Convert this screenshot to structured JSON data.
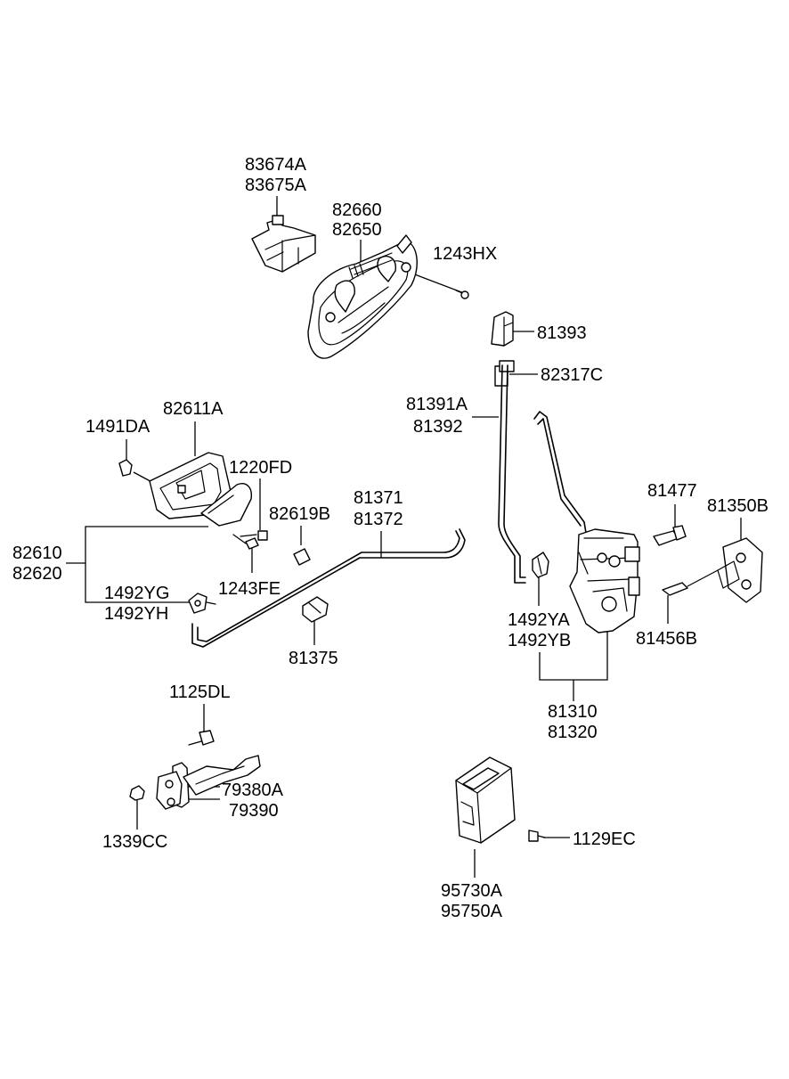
{
  "labels": {
    "l83674A": "83674A",
    "l83675A": "83675A",
    "l82660": "82660",
    "l82650": "82650",
    "l1243HX": "1243HX",
    "l81393": "81393",
    "l82317C": "82317C",
    "l81391A": "81391A",
    "l81392": "81392",
    "l82611A": "82611A",
    "l1491DA": "1491DA",
    "l1220FD": "1220FD",
    "l82619B": "82619B",
    "l81371": "81371",
    "l81372": "81372",
    "l82610": "82610",
    "l82620": "82620",
    "l1243FE": "1243FE",
    "l1492YG": "1492YG",
    "l1492YH": "1492YH",
    "l81375": "81375",
    "l1492YA": "1492YA",
    "l1492YB": "1492YB",
    "l81477": "81477",
    "l81350B": "81350B",
    "l81456B": "81456B",
    "l81310": "81310",
    "l81320": "81320",
    "l1125DL": "1125DL",
    "l79380A": "79380A",
    "l79390": "79390",
    "l1339CC": "1339CC",
    "l1129EC": "1129EC",
    "l95730A": "95730A",
    "l95750A": "95750A"
  }
}
